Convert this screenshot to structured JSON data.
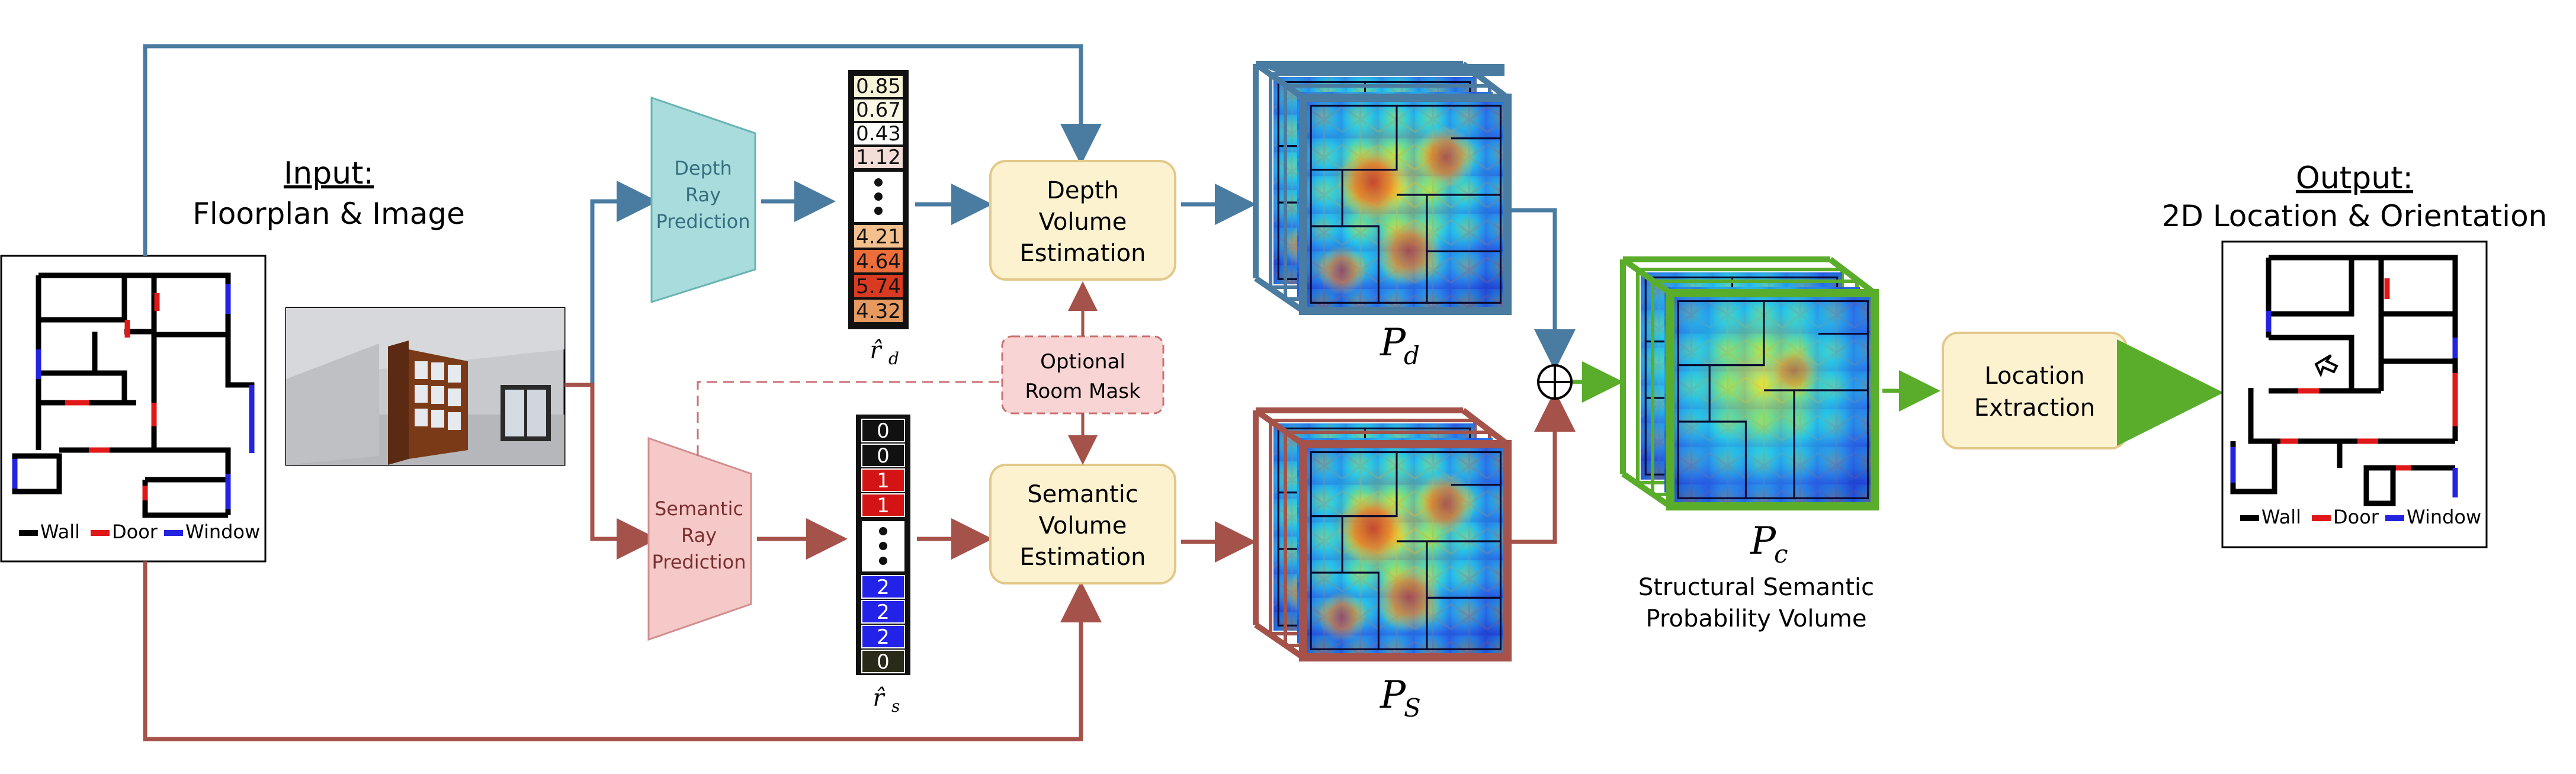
{
  "input": {
    "title": "Input:",
    "subtitle": "Floorplan & Image"
  },
  "output": {
    "title": "Output:",
    "subtitle": "2D Location & Orientation"
  },
  "legend": {
    "wall": "Wall",
    "door": "Door",
    "window": "Window"
  },
  "depth_ray": {
    "line1": "Depth",
    "line2": "Ray",
    "line3": "Prediction"
  },
  "semantic_ray": {
    "line1": "Semantic",
    "line2": "Ray",
    "line3": "Prediction"
  },
  "depth_values": [
    "0.85",
    "0.67",
    "0.43",
    "1.12",
    "4.21",
    "4.64",
    "5.74",
    "4.32"
  ],
  "semantic_values": [
    "0",
    "0",
    "1",
    "1",
    "2",
    "2",
    "2",
    "0"
  ],
  "depth_symbol": "r̂",
  "depth_sub": "d",
  "semantic_symbol": "r̂",
  "semantic_sub": "s",
  "depth_volume": {
    "line1": "Depth",
    "line2": "Volume",
    "line3": "Estimation"
  },
  "semantic_volume": {
    "line1": "Semantic",
    "line2": "Volume",
    "line3": "Estimation"
  },
  "room_mask": {
    "line1": "Optional",
    "line2": "Room Mask"
  },
  "pd": {
    "symbol": "P",
    "sub": "d"
  },
  "ps": {
    "symbol": "P",
    "sub": "S"
  },
  "pc": {
    "symbol": "P",
    "sub": "c"
  },
  "pc_caption": {
    "line1": "Structural Semantic",
    "line2": "Probability Volume"
  },
  "location": {
    "line1": "Location",
    "line2": "Extraction"
  },
  "colors": {
    "blue_path": "#4a7ba0",
    "red_path": "#a5524a",
    "green_path": "#5aad2a",
    "box_fill": "#fdf2cf",
    "box_stroke": "#e3c88a",
    "depth_trap": "#a9dcdc",
    "sem_trap": "#f6c9c9",
    "door": "#e01818",
    "window": "#2424e0"
  }
}
